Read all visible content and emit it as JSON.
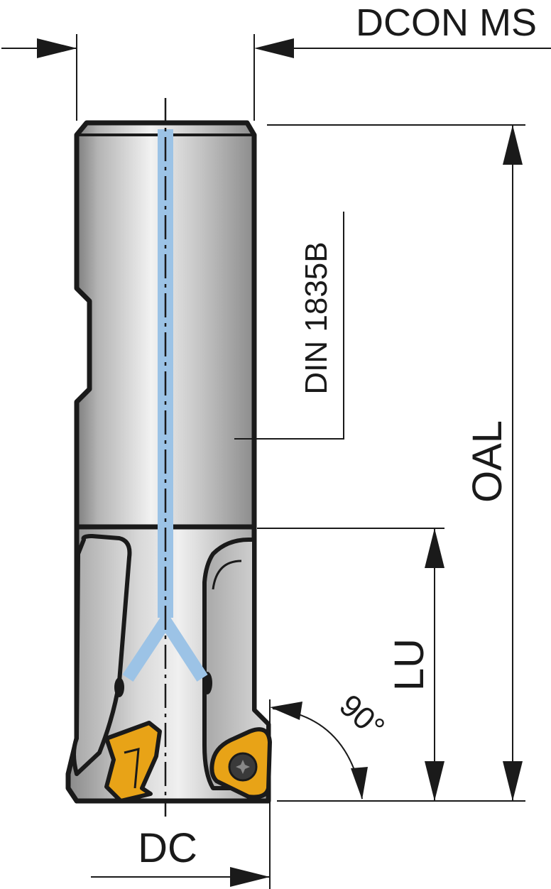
{
  "labels": {
    "dcon_ms": "DCON MS",
    "standard": "DIN 1835B",
    "oal": "OAL",
    "lu": "LU",
    "angle": "90°",
    "dc": "DC"
  },
  "colors": {
    "outline": "#1a1a1a",
    "coolant": "#9cc3e6",
    "insert": "#e8a317",
    "body_light": "#e8e8e8",
    "body_dark": "#8a8a8a"
  }
}
